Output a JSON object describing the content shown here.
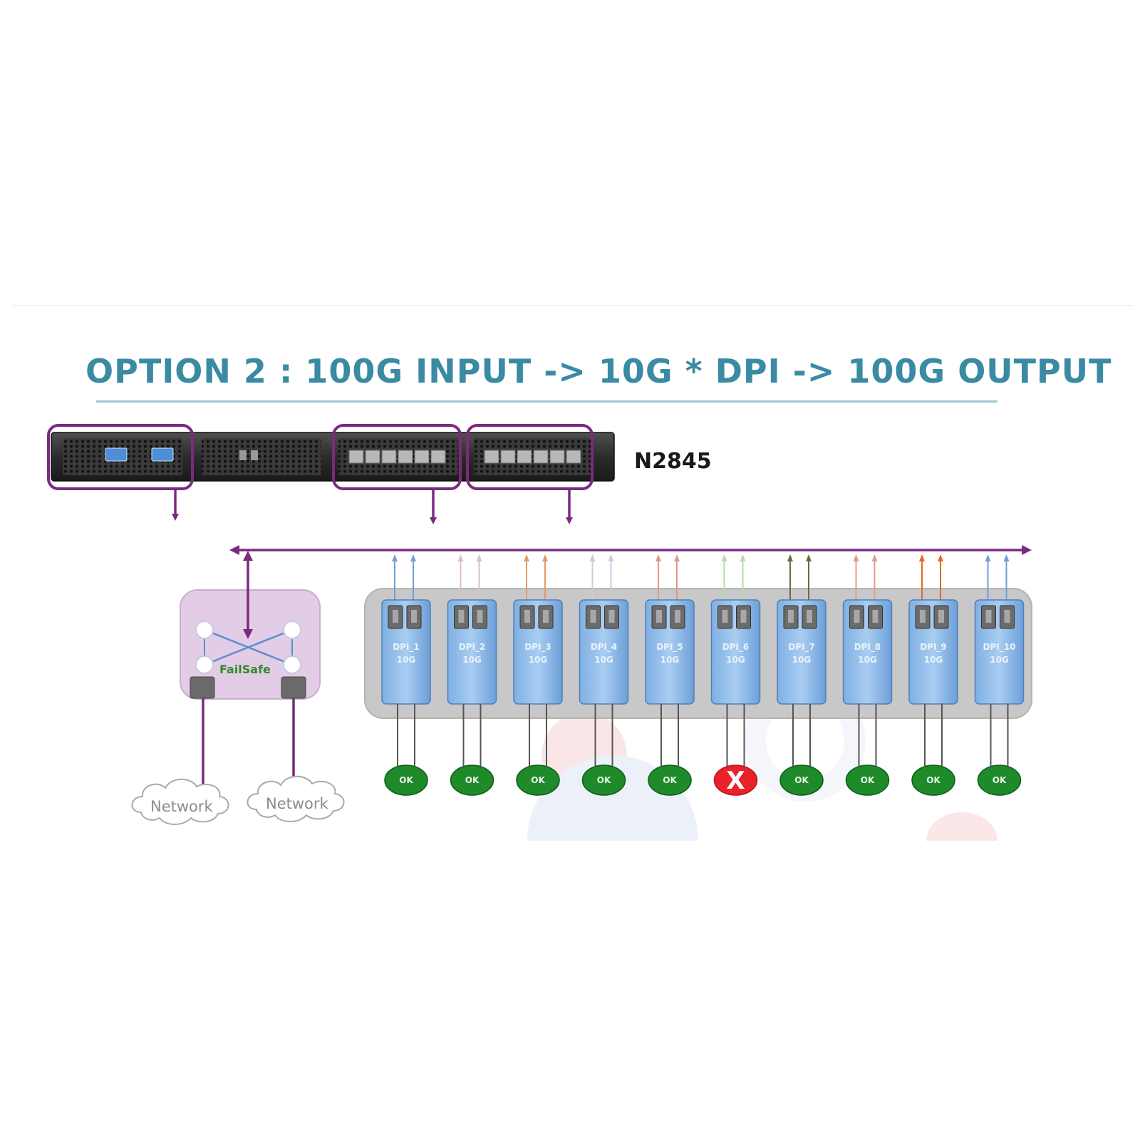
{
  "title": "OPTION 2 : 100G INPUT -> 10G * DPI -> 100G OUTPUT",
  "device": {
    "label": "N2845"
  },
  "failsafe": {
    "label": "FailSafe"
  },
  "networks": [
    {
      "label": "Network"
    },
    {
      "label": "Network"
    }
  ],
  "dpi_units": [
    {
      "name": "DPI_1",
      "speed": "10G",
      "status": "OK",
      "line_color": "#6f9fd8"
    },
    {
      "name": "DPI_2",
      "speed": "10G",
      "status": "OK",
      "line_color": "#d8c0c8"
    },
    {
      "name": "DPI_3",
      "speed": "10G",
      "status": "OK",
      "line_color": "#e39a6a"
    },
    {
      "name": "DPI_4",
      "speed": "10G",
      "status": "OK",
      "line_color": "#d5c6dc"
    },
    {
      "name": "DPI_5",
      "speed": "10G",
      "status": "OK",
      "line_color": "#e2968a"
    },
    {
      "name": "DPI_6",
      "speed": "10G",
      "status": "X",
      "line_color": "#b9dba6"
    },
    {
      "name": "DPI_7",
      "speed": "10G",
      "status": "OK",
      "line_color": "#6b6b3a"
    },
    {
      "name": "DPI_8",
      "speed": "10G",
      "status": "OK",
      "line_color": "#e69a8a"
    },
    {
      "name": "DPI_9",
      "speed": "10G",
      "status": "OK",
      "line_color": "#e06a20"
    },
    {
      "name": "DPI_10",
      "speed": "10G",
      "status": "OK",
      "line_color": "#6f9fd8"
    }
  ],
  "colors": {
    "title": "#3a8aa3",
    "bus": "#7a2a7f",
    "dpi_fill": "#9cc4ee",
    "ok": "#1e8a2a",
    "fail": "#e8222a",
    "tray": "#c8c8c8",
    "failsafe_box": "#e2cce6"
  }
}
